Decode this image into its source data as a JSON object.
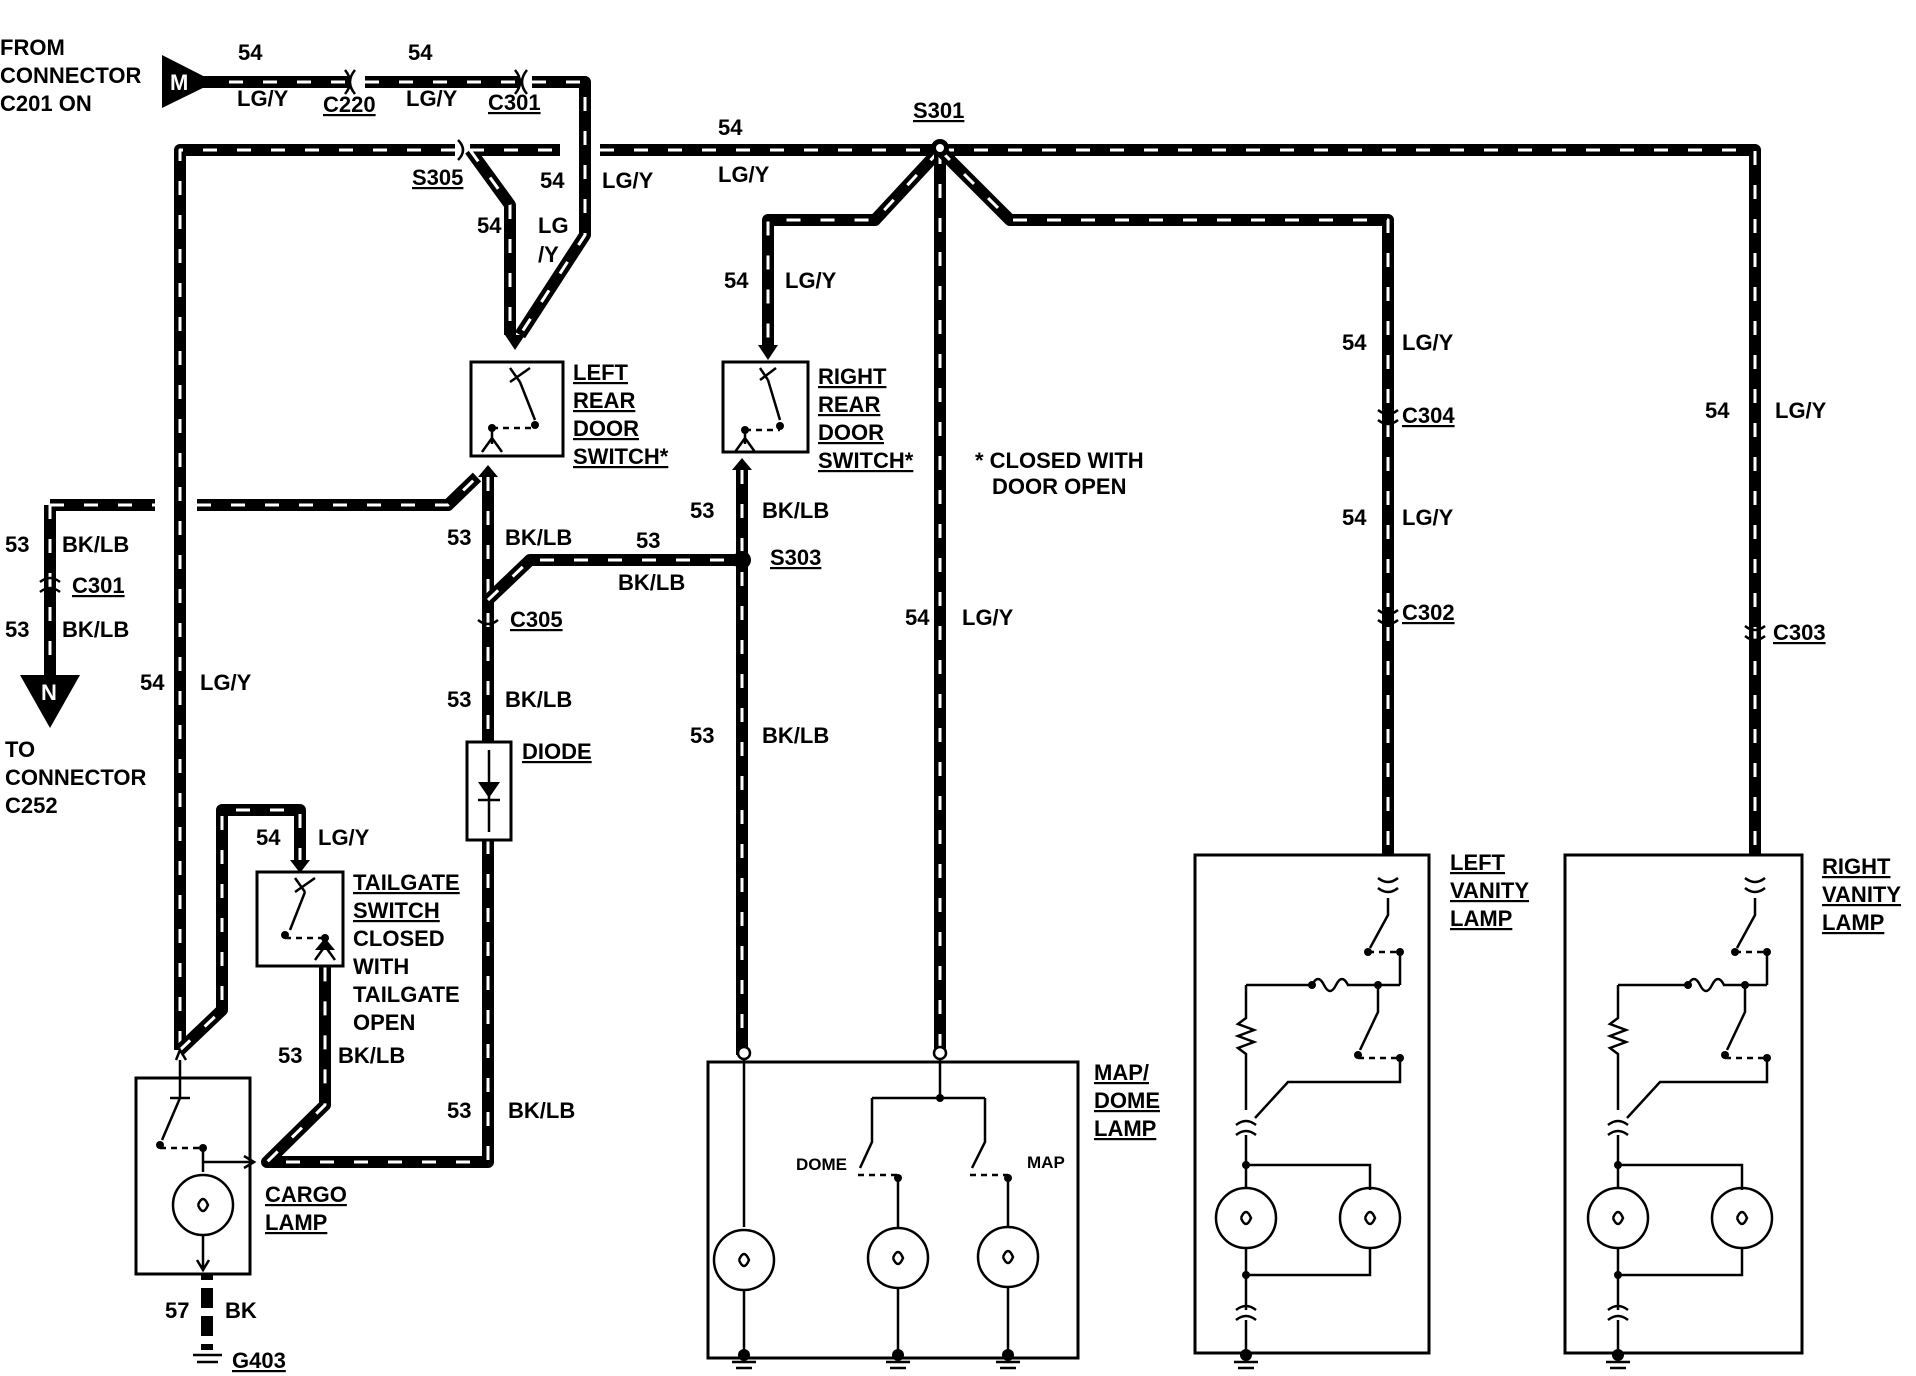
{
  "connectors": {
    "from_m": {
      "lines": [
        "FROM",
        "CONNECTOR",
        "C201 ON"
      ],
      "pin": "M"
    },
    "to_n": {
      "lines": [
        "TO",
        "CONNECTOR",
        "C252"
      ],
      "pin": "N"
    }
  },
  "circuits": {
    "c54": "54",
    "c53": "53",
    "c57": "57",
    "lgy": "LG/Y",
    "lg": "LG",
    "slash_y": "/Y",
    "bklb": "BK/LB",
    "bk": "BK"
  },
  "splices": {
    "s301": "S301",
    "s303": "S303",
    "s305": "S305"
  },
  "connector_ids": {
    "c220": "C220",
    "c301": "C301",
    "c302": "C302",
    "c303": "C303",
    "c304": "C304",
    "c305": "C305",
    "g403": "G403"
  },
  "components": {
    "left_rear_door_switch": [
      "LEFT",
      "REAR",
      "DOOR",
      "SWITCH*"
    ],
    "right_rear_door_switch": [
      "RIGHT",
      "REAR",
      "DOOR",
      "SWITCH*"
    ],
    "tailgate_switch": [
      "TAILGATE",
      "SWITCH",
      "CLOSED",
      "WITH",
      "TAILGATE",
      "OPEN"
    ],
    "diode": "DIODE",
    "cargo_lamp": [
      "CARGO",
      "LAMP"
    ],
    "map_dome_lamp": [
      "MAP/",
      "DOME",
      "LAMP"
    ],
    "left_vanity_lamp": [
      "LEFT",
      "VANITY",
      "LAMP"
    ],
    "right_vanity_lamp": [
      "RIGHT",
      "VANITY",
      "LAMP"
    ],
    "dome_label": "DOME",
    "map_label": "MAP"
  },
  "note": [
    "* CLOSED WITH",
    "DOOR OPEN"
  ]
}
